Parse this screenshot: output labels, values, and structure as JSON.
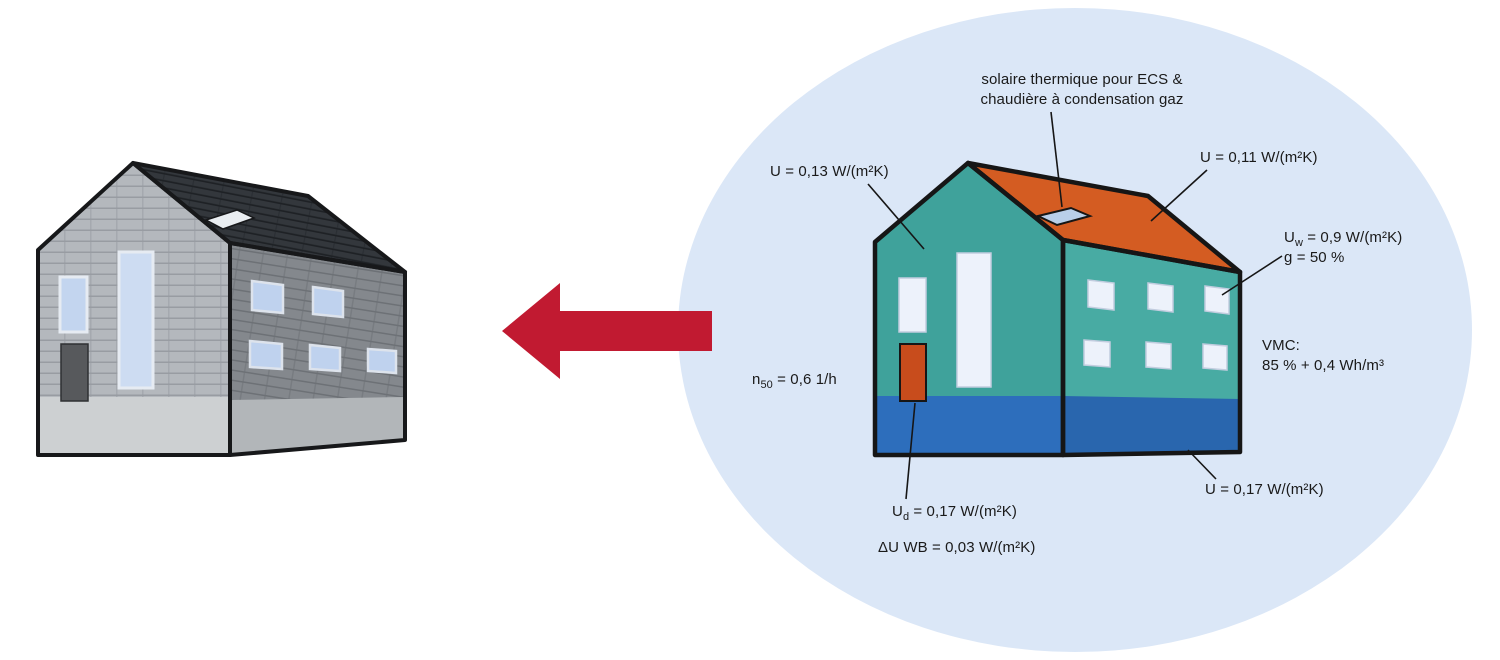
{
  "figure": {
    "annotations": {
      "solar": {
        "line1": "solaire thermique pour ECS &",
        "line2": "chaudière à condensation gaz"
      },
      "u_wall": "U = 0,13 W/(m²K)",
      "u_roof": "U = 0,11 W/(m²K)",
      "u_window": {
        "base": "U",
        "sub": "w",
        "rest": " = 0,9 W/(m²K)"
      },
      "g_value": "g = 50 %",
      "vmc": {
        "line1": "VMC:",
        "line2": "85 % + 0,4 Wh/m³"
      },
      "n50": {
        "base": "n",
        "sub": "50",
        "rest": " = 0,6 1/h"
      },
      "u_door": {
        "base": "U",
        "sub": "d",
        "rest": " = 0,17 W/(m²K)"
      },
      "delta_u_wb": "ΔU WB = 0,03 W/(m²K)",
      "u_floor": "U = 0,17 W/(m²K)"
    },
    "colors": {
      "ellipse_blue": "#dbe7f7",
      "wall_teal_front": "#3fa29b",
      "wall_teal_side": "#48aba3",
      "roof_orange": "#d45c22",
      "plinth_blue_front": "#2d6ebc",
      "plinth_blue_side": "#2966ae",
      "door_orange": "#c84c1c",
      "solar_panel_blue": "#b9cfe9",
      "window_white": "#edf2fb",
      "arrow_red": "#c11a31",
      "outline_black": "#161616"
    }
  }
}
